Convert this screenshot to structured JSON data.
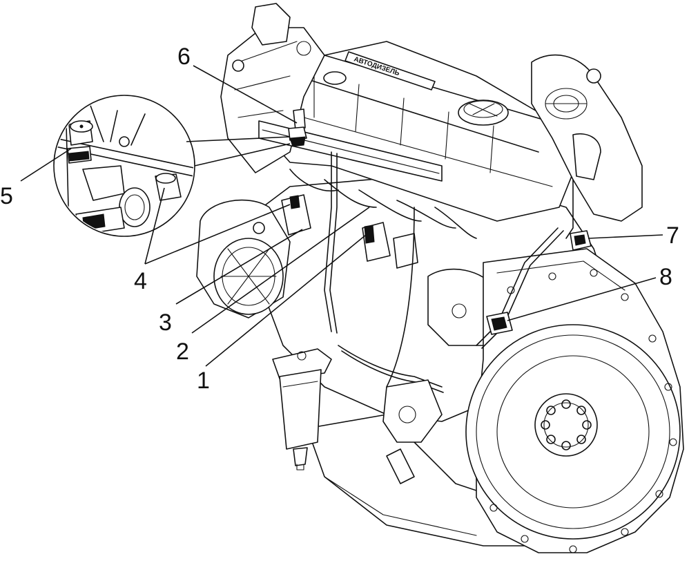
{
  "diagram": {
    "brand_text": "АВТОДИЗЕЛЬ",
    "callouts": [
      {
        "id": "1",
        "label": "1"
      },
      {
        "id": "2",
        "label": "2"
      },
      {
        "id": "3",
        "label": "3"
      },
      {
        "id": "4",
        "label": "4"
      },
      {
        "id": "5",
        "label": "5"
      },
      {
        "id": "6",
        "label": "6"
      },
      {
        "id": "7",
        "label": "7"
      },
      {
        "id": "8",
        "label": "8"
      }
    ],
    "colors": {
      "ink": "#111111",
      "paper": "#ffffff"
    }
  }
}
